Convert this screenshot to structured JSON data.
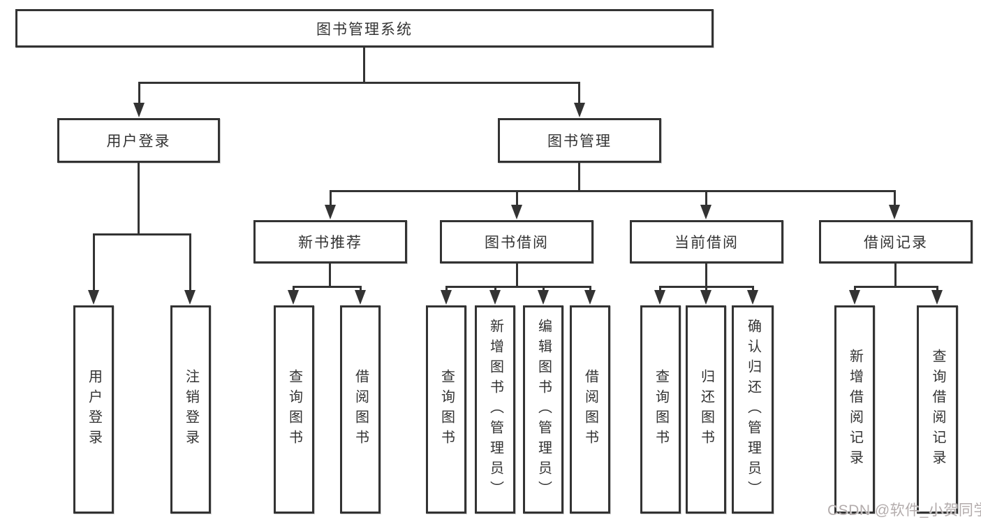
{
  "tree": {
    "label": "图书管理系统",
    "children": [
      {
        "label": "用户登录",
        "children": [
          {
            "label": "用户登录"
          },
          {
            "label": "注销登录"
          }
        ]
      },
      {
        "label": "图书管理",
        "children": [
          {
            "label": "新书推荐",
            "children": [
              {
                "label": "查询图书"
              },
              {
                "label": "借阅图书"
              }
            ]
          },
          {
            "label": "图书借阅",
            "children": [
              {
                "label": "查询图书"
              },
              {
                "label": "新增图书（管理员）"
              },
              {
                "label": "编辑图书（管理员）"
              },
              {
                "label": "借阅图书"
              }
            ]
          },
          {
            "label": "当前借阅",
            "children": [
              {
                "label": "查询图书"
              },
              {
                "label": "归还图书"
              },
              {
                "label": "确认归还（管理员）"
              }
            ]
          },
          {
            "label": "借阅记录",
            "children": [
              {
                "label": "新增借阅记录"
              },
              {
                "label": "查询借阅记录"
              }
            ]
          }
        ]
      }
    ]
  },
  "watermark": {
    "text": "CSDN @软件_小贺同学"
  },
  "colors": {
    "line": "#333333",
    "text": "#333333",
    "box_fill": "#ffffff",
    "watermark": "#b3acac",
    "background": "#ffffff"
  }
}
